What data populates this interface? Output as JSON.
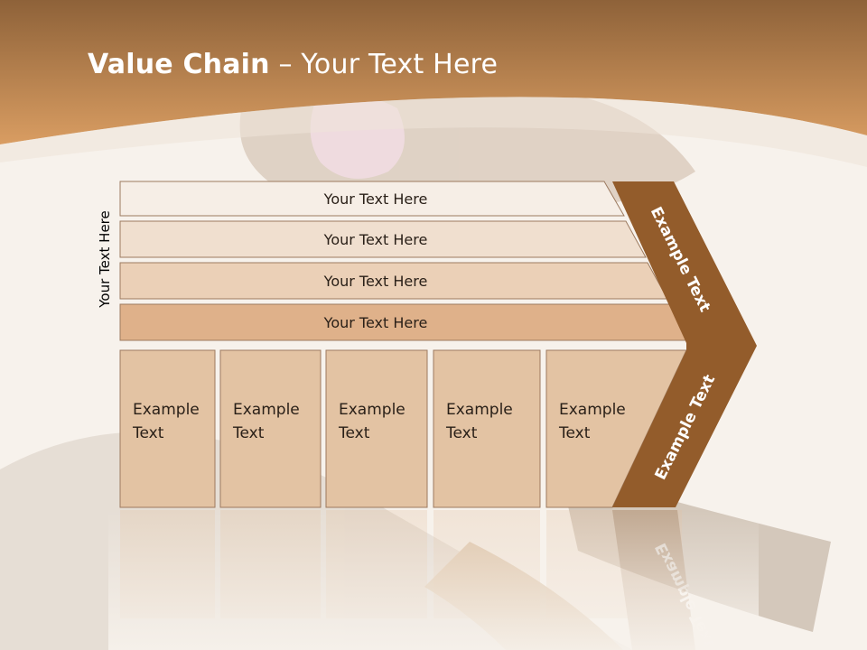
{
  "slide": {
    "title_bold": "Value Chain",
    "title_rest": " – Your Text Here",
    "side_label": "Your Text Here"
  },
  "diagram": {
    "support_rows": [
      "Your Text Here",
      "Your Text Here",
      "Your Text Here",
      "Your Text Here"
    ],
    "primary_columns": [
      [
        "Example",
        "Text"
      ],
      [
        "Example",
        "Text"
      ],
      [
        "Example",
        "Text"
      ],
      [
        "Example",
        "Text"
      ],
      [
        "Example",
        "Text"
      ]
    ],
    "arrow_labels": [
      "Example Text",
      "Example Text"
    ]
  },
  "colors": {
    "header": "#c58a55",
    "row1": "#f6eee6",
    "row2": "#f0dfcf",
    "row3": "#ebd0b7",
    "row4": "#dfb18a",
    "columns": "#e3c3a3",
    "arrow": "#935c2b",
    "border": "#9c7a5f"
  }
}
